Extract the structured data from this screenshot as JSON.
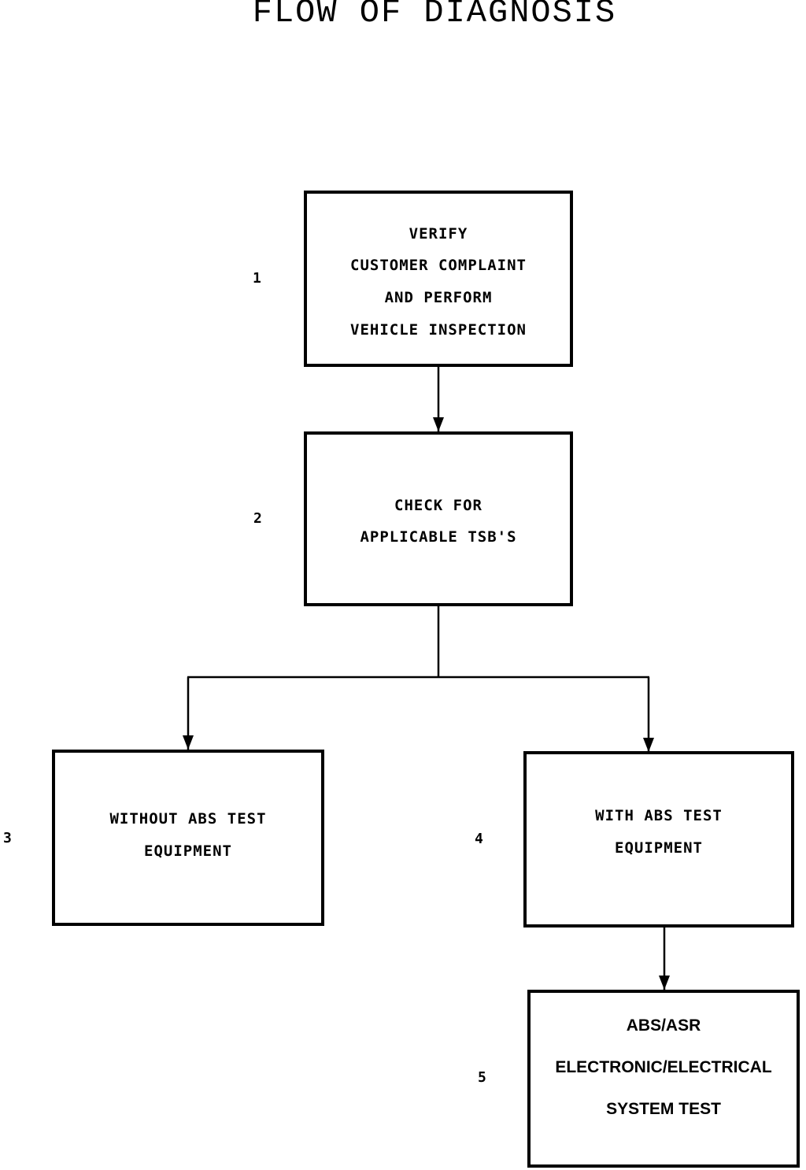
{
  "title": "FLOW OF DIAGNOSIS",
  "steps": [
    {
      "number": "1",
      "lines": [
        "VERIFY",
        "CUSTOMER COMPLAINT",
        "AND PERFORM",
        "VEHICLE INSPECTION"
      ]
    },
    {
      "number": "2",
      "lines": [
        "CHECK FOR",
        "APPLICABLE TSB'S"
      ]
    },
    {
      "number": "3",
      "lines": [
        "WITHOUT ABS TEST",
        "EQUIPMENT"
      ]
    },
    {
      "number": "4",
      "lines": [
        "WITH ABS TEST",
        "EQUIPMENT"
      ]
    },
    {
      "number": "5",
      "lines": [
        "ABS/ASR",
        "ELECTRONIC/ELECTRICAL",
        "SYSTEM TEST"
      ]
    }
  ]
}
